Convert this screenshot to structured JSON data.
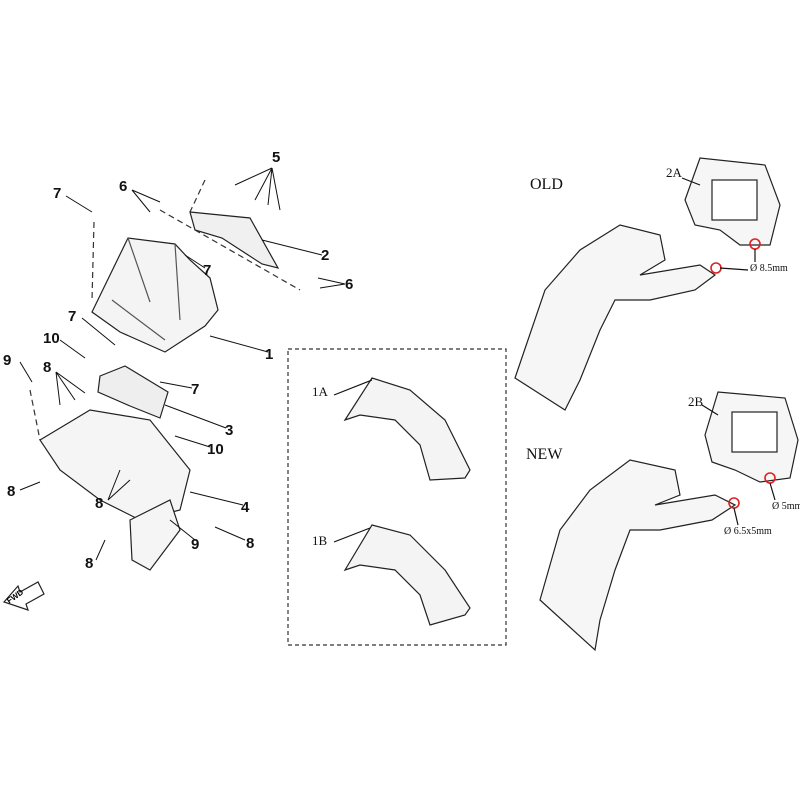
{
  "callouts": {
    "c5": "5",
    "c6a": "6",
    "c6b": "6",
    "c7a": "7",
    "c7b": "7",
    "c7c": "7",
    "c7d": "7",
    "c2": "2",
    "c1": "1",
    "c10a": "10",
    "c10b": "10",
    "c9a": "9",
    "c9b": "9",
    "c8a": "8",
    "c8b": "8",
    "c8c": "8",
    "c8d": "8",
    "c8e": "8",
    "c3": "3",
    "c4": "4"
  },
  "fwd_label": "FWD",
  "inset": {
    "label_1a": "1A",
    "label_1b": "1B"
  },
  "comparison": {
    "old_label": "OLD",
    "new_label": "NEW",
    "label_2a": "2A",
    "label_2b": "2B",
    "old_dim": "Ø 8.5mm",
    "new_dim_a": "Ø 5mm",
    "new_dim_b": "Ø 6.5x5mm"
  },
  "colors": {
    "line": "#222222",
    "highlight": "#e02020"
  }
}
